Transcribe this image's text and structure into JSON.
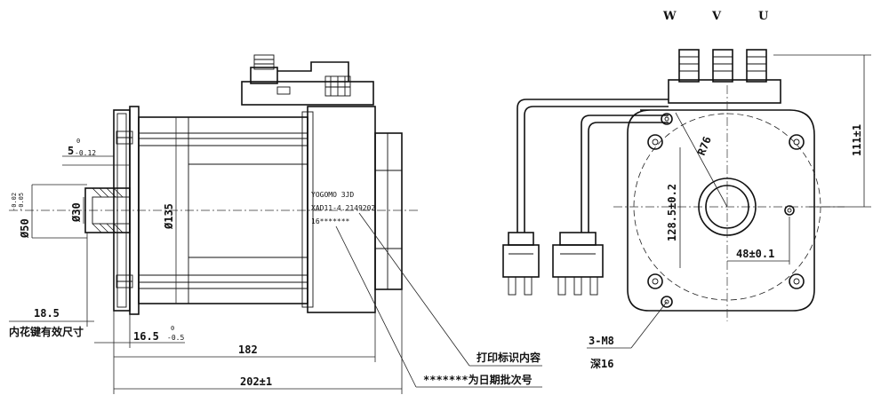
{
  "phases": {
    "w": "W",
    "v": "V",
    "u": "U"
  },
  "side_view": {
    "flange_thk": "5",
    "flange_thk_tol_upper": "0",
    "flange_thk_tol_lower": "-0.12",
    "spigot_dia": "Ø50",
    "spigot_tol_upper": "-0.02",
    "spigot_tol_lower": "-0.05",
    "bore_dia": "Ø30",
    "body_dia": "Ø135",
    "spline_len": "18.5",
    "spline_len_note": "内花键有效尺寸",
    "flange_to_face": "16.5",
    "flange_to_face_tol_upper": "0",
    "flange_to_face_tol_lower": "-0.5",
    "body_len": "182",
    "overall_len": "202±1"
  },
  "nameplate": {
    "line1": "YOGOMO 3JD",
    "line2": "XAD11-4.2149202",
    "line3": "16*******"
  },
  "notes": {
    "print_label": "打印标识内容",
    "date_batch": "*******为日期批次号"
  },
  "end_view": {
    "height_to_axis": "111±1",
    "bolt_circle": "128.5±0.2",
    "radius": "R76",
    "offset": "48±0.1",
    "thread": "3-M8",
    "depth": "深16"
  }
}
